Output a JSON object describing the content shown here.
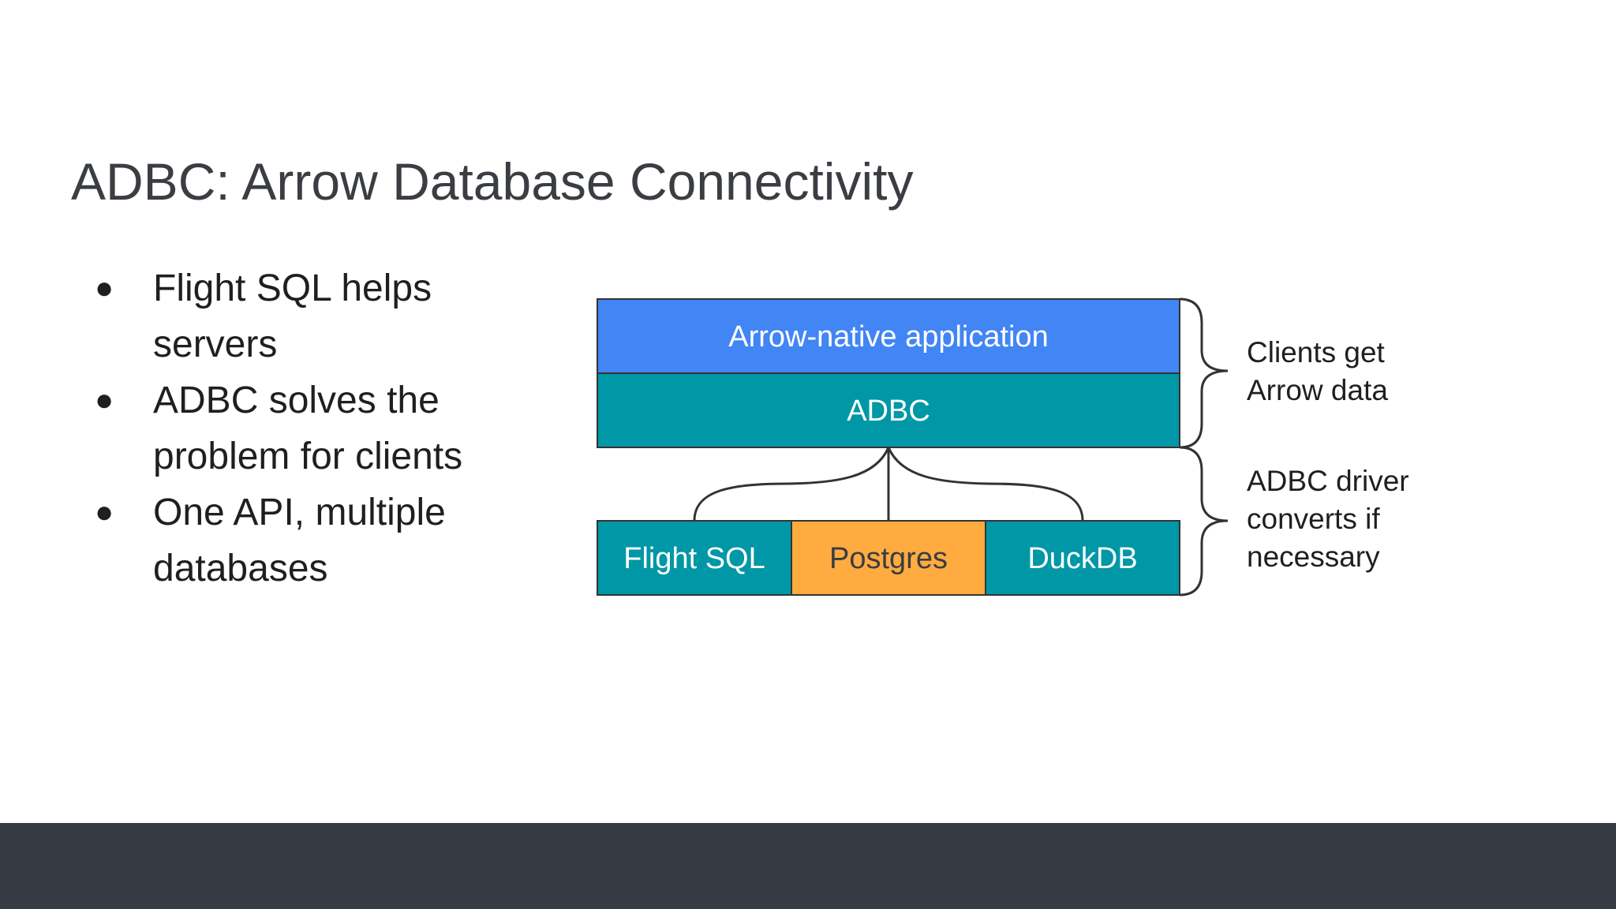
{
  "slide": {
    "title": "ADBC: Arrow Database Connectivity",
    "bullets": [
      "Flight SQL helps servers",
      "ADBC solves the problem for clients",
      "One API, multiple databases"
    ]
  },
  "diagram": {
    "app_layer": {
      "label": "Arrow-native application",
      "color": "#4285f4"
    },
    "adbc_layer": {
      "label": "ADBC",
      "color": "#0097a7"
    },
    "drivers": [
      {
        "label": "Flight SQL",
        "color": "#0097a7",
        "text_color": "#ffffff"
      },
      {
        "label": "Postgres",
        "color": "#ffab40",
        "text_color": "#3a3d42"
      },
      {
        "label": "DuckDB",
        "color": "#0097a7",
        "text_color": "#ffffff"
      }
    ],
    "annotations": {
      "top_lines": [
        "Clients get",
        "Arrow data"
      ],
      "bottom_lines": [
        "ADBC driver",
        "converts if",
        "necessary"
      ]
    }
  },
  "colors": {
    "footer": "#363a42",
    "title_text": "#3a3d42",
    "outline": "#333333"
  }
}
